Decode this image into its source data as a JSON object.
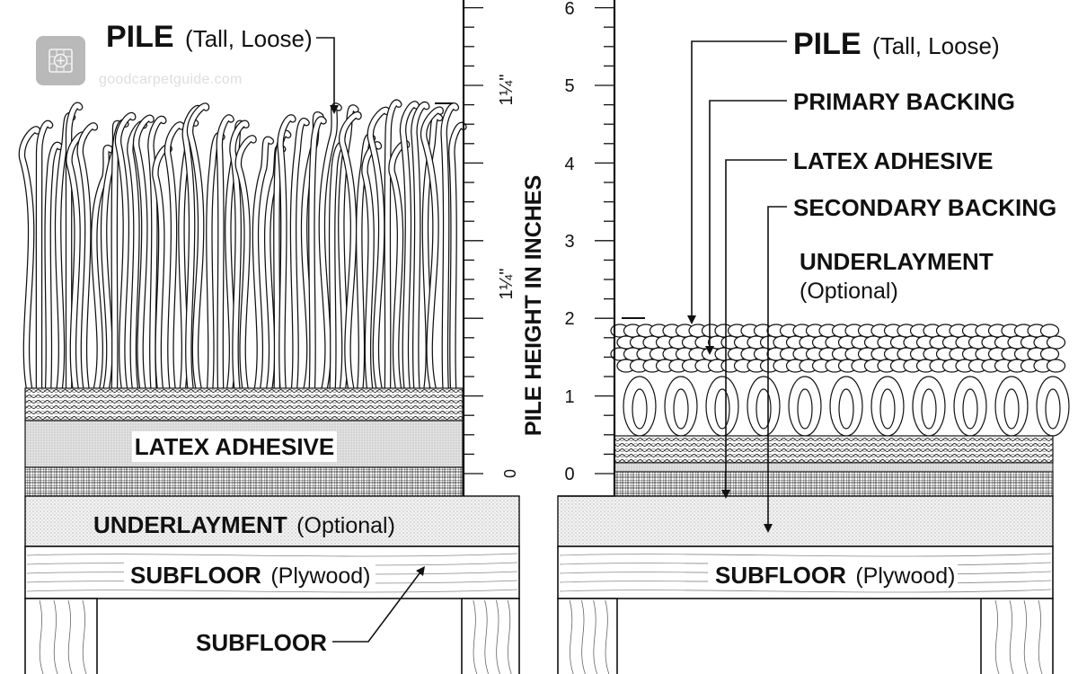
{
  "brand": {
    "watermark": "goodcarpetguide.com",
    "logo_icon": "grid-plus-icon"
  },
  "ruler": {
    "label": "PILE HEIGHT IN INCHES",
    "ticks": [
      "0",
      "1",
      "2",
      "3",
      "4",
      "5",
      "6"
    ],
    "fraction_top": "1¼\"",
    "fraction_bottom": "1¼\""
  },
  "left_diagram": {
    "pile_label": "PILE",
    "pile_note": "(Tall, Loose)",
    "latex_label": "LATEX ADHESIVE",
    "underlayment_label": "UNDERLAYMENT",
    "underlayment_note": "(Optional)",
    "subfloor_label": "SUBFLOOR",
    "subfloor_note": "(Plywood)",
    "joist_label": "SUBFLOOR"
  },
  "right_diagram": {
    "pile_label": "PILE",
    "pile_note": "(Tall, Loose)",
    "primary_label": "PRIMARY BACKING",
    "latex_label": "LATEX ADHESIVE",
    "secondary_label": "SECONDARY BACKING",
    "underlayment_label": "UNDERLAYMENT",
    "underlayment_note": "(Optional)",
    "subfloor_label": "SUBFLOOR",
    "subfloor_note": "(Plywood)"
  },
  "colors": {
    "ink": "#111111",
    "latex_fill": "#e4e4e4",
    "underlay_fill": "#f2f2f2",
    "paper": "#ffffff"
  }
}
